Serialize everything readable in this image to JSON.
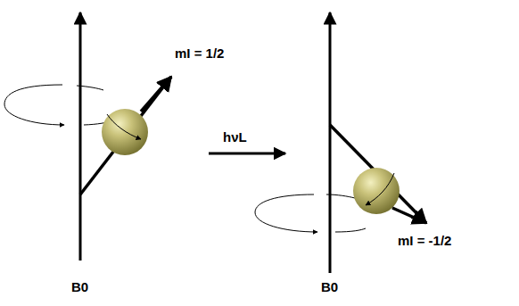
{
  "diagram": {
    "labels": [
      "mI = 1/2",
      "hνL",
      "mI = -1/2",
      "B0",
      "B0"
    ]
  }
}
